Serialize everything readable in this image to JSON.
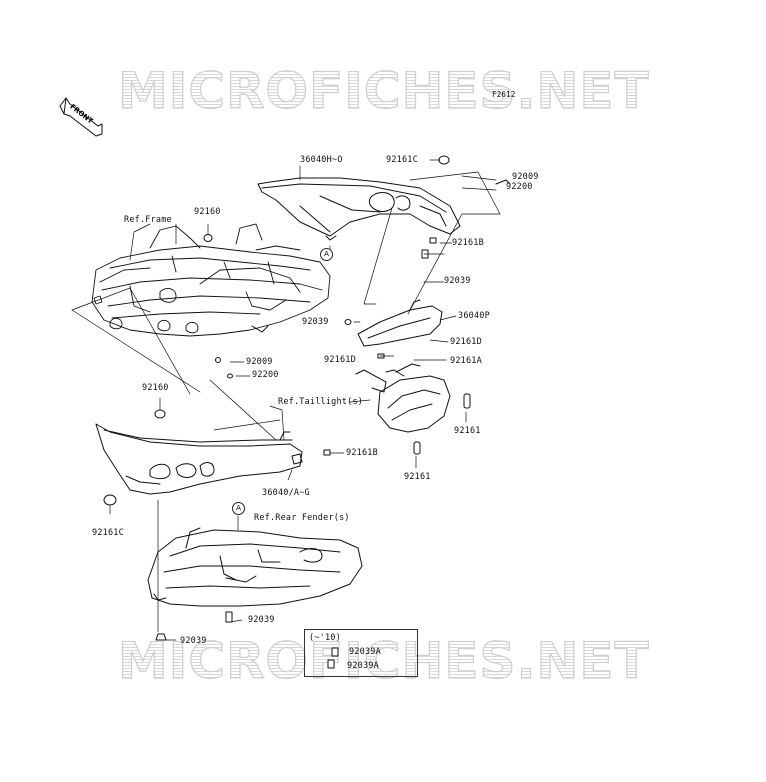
{
  "watermark": "MICROFICHES.NET",
  "figure_code": "F2612",
  "front_label": "FRONT",
  "circle_marker": "A",
  "labels": {
    "p36040H_O": "36040H~O",
    "p92161C_top": "92161C",
    "p92009_top": "92009",
    "p92200_top": "92200",
    "ref_frame": "Ref.Frame",
    "p92160_top": "92160",
    "p92161B_top": "92161B",
    "p92039_r": "92039",
    "p36040P": "36040P",
    "p92039_mid": "92039",
    "p92161D_r": "92161D",
    "p92009_mid": "92009",
    "p92161D_l": "92161D",
    "p92161A": "92161A",
    "p92200_mid": "92200",
    "p92160_mid": "92160",
    "ref_taillight": "Ref.Taillight(s)",
    "p92161_r1": "92161",
    "p92161B_low": "92161B",
    "p92161_r2": "92161",
    "p36040A_G": "36040/A~G",
    "p92161C_low": "92161C",
    "ref_rear_fender": "Ref.Rear Fender(s)",
    "p92039_low": "92039",
    "p92039_bot": "92039"
  },
  "inset": {
    "title": "(~'10)",
    "item1": "92039A",
    "item2": "92039A"
  }
}
